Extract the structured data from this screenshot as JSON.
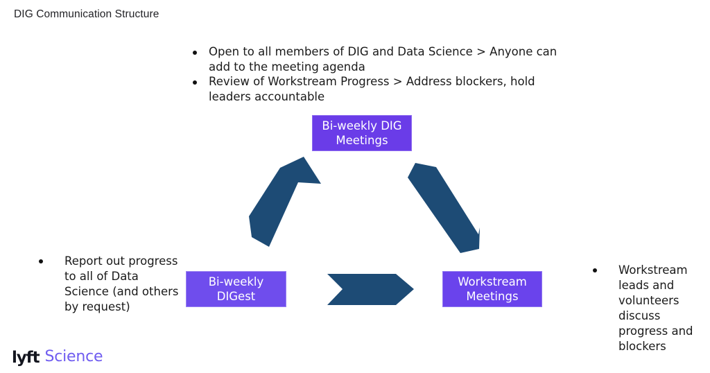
{
  "slide": {
    "title": "DIG Communication Structure",
    "background_color": "#ffffff"
  },
  "colors": {
    "node_purple": "#6a3ce8",
    "node_purple_light": "#6f4ded",
    "arrow_navy": "#1d4b75",
    "text_black": "#1a1a1a",
    "logo_dark": "#14161f",
    "logo_purple": "#6f5cf0"
  },
  "top_bullets": {
    "items": [
      "Open to all members of DIG and Data Science > Anyone can add to the meeting agenda",
      "Review of Workstream Progress > Address blockers, hold leaders accountable"
    ]
  },
  "left_bullets": {
    "items": [
      "Report out progress to all of Data Science (and others by request)"
    ]
  },
  "right_bullets": {
    "items": [
      "Workstream leads and volunteers discuss progress and blockers"
    ]
  },
  "nodes": {
    "dig_meetings": {
      "line1": "Bi-weekly DIG",
      "line2": "Meetings"
    },
    "digest": {
      "line1": "Bi-weekly",
      "line2": "DIGest"
    },
    "workstream": {
      "line1": "Workstream",
      "line2": "Meetings"
    }
  },
  "arrows": [
    {
      "name": "arrow-workstream-to-dig-meetings",
      "direction": "up-right",
      "color": "#1d4b75"
    },
    {
      "name": "arrow-dig-meetings-to-digest",
      "direction": "down-right",
      "color": "#1d4b75"
    },
    {
      "name": "arrow-digest-to-workstream",
      "direction": "right",
      "color": "#1d4b75"
    }
  ],
  "logo": {
    "brand": "lyft",
    "suffix": "Science"
  }
}
